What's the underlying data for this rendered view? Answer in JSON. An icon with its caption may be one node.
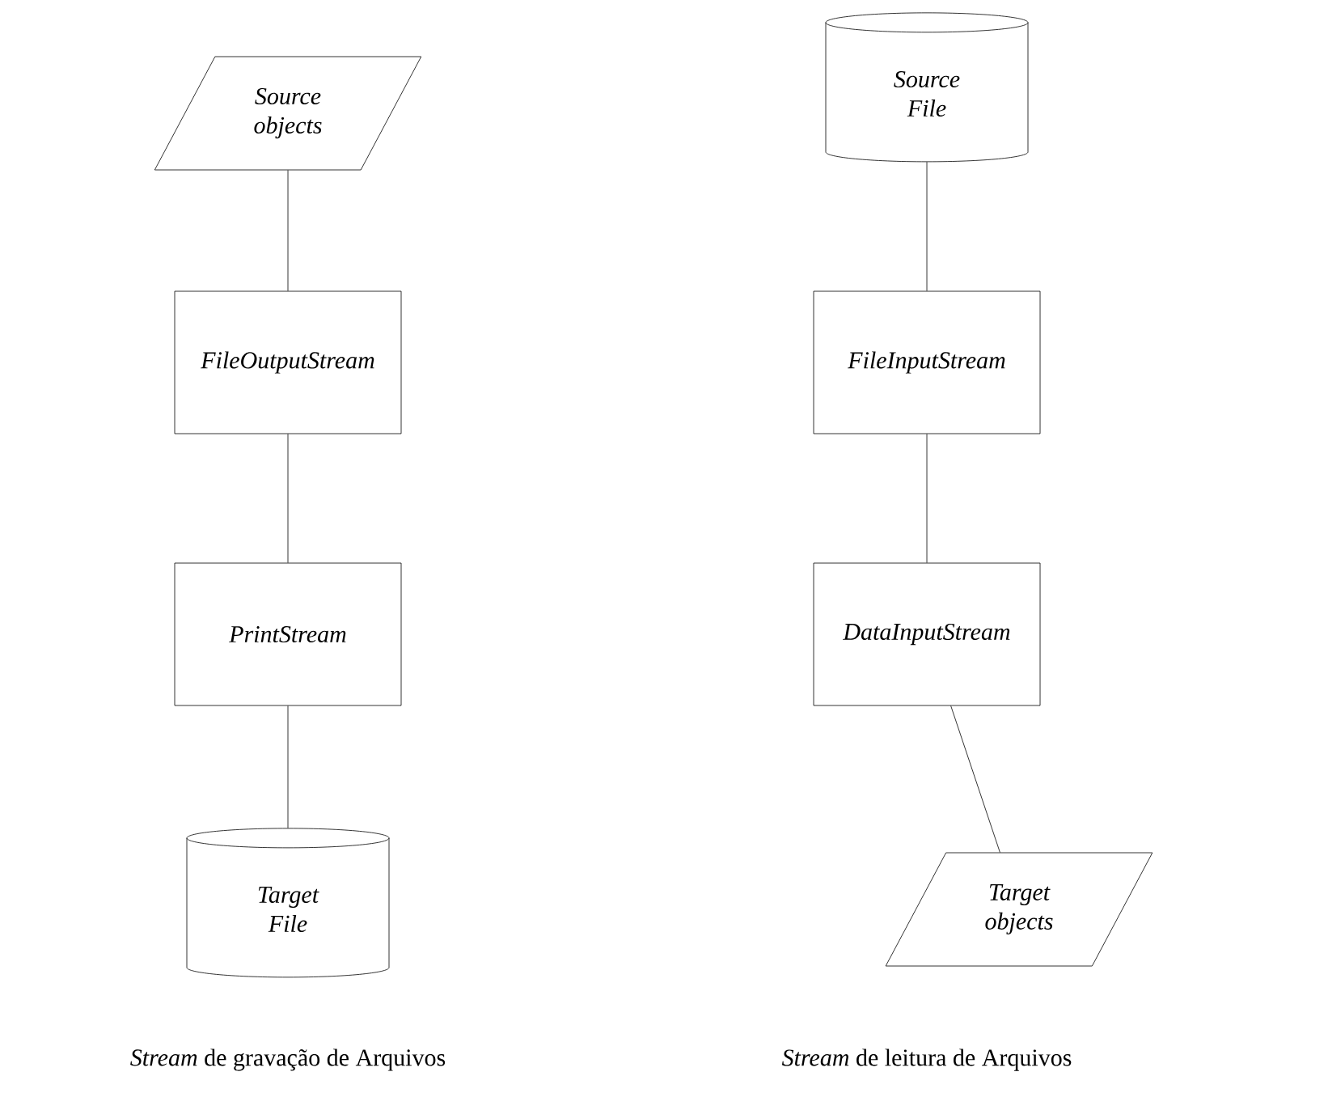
{
  "diagram": {
    "nodes": [
      {
        "text": [
          "Source objects"
        ]
      },
      {
        "text": [
          "FileOutputStream"
        ]
      },
      {
        "text": [
          "PrintStream"
        ]
      },
      {
        "text": [
          "Target File"
        ]
      },
      {
        "text": [
          "Source File"
        ]
      },
      {
        "text": [
          "FileInputStream"
        ]
      },
      {
        "text": [
          "DataInputStream"
        ]
      },
      {
        "text": [
          "Target objects"
        ]
      }
    ],
    "edges": [
      {
        "from": 0,
        "to": 1,
        "arrow": "none"
      },
      {
        "from": 1,
        "to": 2,
        "arrow": "none"
      },
      {
        "from": 2,
        "to": 3,
        "arrow": "none"
      },
      {
        "from": 4,
        "to": 5,
        "arrow": "none"
      },
      {
        "from": 5,
        "to": 6,
        "arrow": "none"
      },
      {
        "from": 6,
        "to": 7,
        "arrow": "none"
      }
    ],
    "labels": [
      "*Stream* de gravação de Arquivos",
      "*Stream* de leitura de Arquivos"
    ]
  }
}
